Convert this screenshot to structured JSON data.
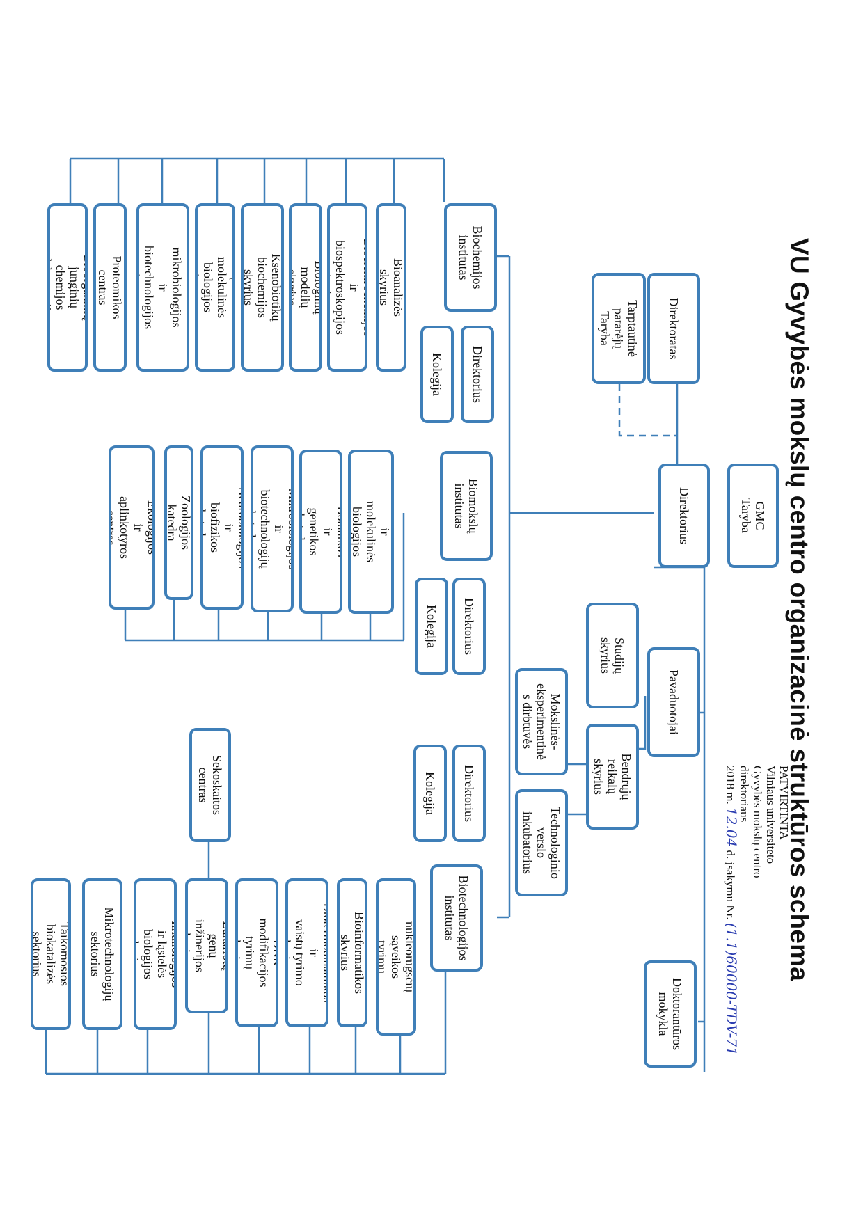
{
  "title": "VU Gyvybės mokslų centro organizacinė struktūros schema",
  "approval": {
    "lines": [
      "PATVIRTINTA",
      "Vilniaus universiteto",
      "Gyvybės mokslų centro",
      "direktoriaus"
    ],
    "order_prefix": "2018 m.",
    "order_date_handwritten": "12.04",
    "order_middle": "d. įsakymu Nr.",
    "order_number_handwritten": "(1.1)60000-TDV-71"
  },
  "colors": {
    "box_border": "#3f7fb8",
    "line": "#3f7fb8",
    "handwriting": "#2a3cb0"
  },
  "boxes": {
    "direktoratas": "Direktoratas",
    "taryba_patareju": "Tarptautinė\npatarėjų\nTaryba",
    "gmc_taryba": "GMC Taryba",
    "direktorius": "Direktorius",
    "pavaduotojai": "Pavaduotojai",
    "studiju_skyrius": "Studijų skyrius",
    "bendruju_reikalu": "Bendrųjų\nreikalų skyrius",
    "dirbtuves": "Mokslinės-\neksperimentinė\ns dirbtuvės",
    "inkubatorius": "Technologinio\nverslo\ninkubatorius",
    "doktoranturos": "Doktorantūros\nmokykla",
    "bchi": "Biochemijos\ninstitutas",
    "bchi_direktorius": "Direktorius",
    "bchi_kolegija": "Kolegija",
    "bmi": "Biomokslų\ninstitutas",
    "bmi_direktorius": "Direktorius",
    "bmi_kolegija": "Kolegija",
    "bti": "Biotechnologijos\ninstitutas",
    "bti_direktorius": "Direktorius",
    "bti_kolegija": "Kolegija",
    "sekoskaitos": "Sekoskaitos\ncentras"
  },
  "bchi_units": [
    "Bioanalizės skyrius",
    "Bioelektrochemijos ir\nbiospektroskopijos skyrius",
    "Biologinių modelių\nskyrius",
    "Ksenobiotikų biochemijos\nskyrius",
    "Ląstelės molekulinės\nbiologijos skyrius",
    "Molekulinės\nmikrobiologijos ir\nbiotechnologijos skyrius",
    "Proteomikos centras",
    "Bioorganinių junginių\nchemijos laboratorija"
  ],
  "bmi_units": [
    "Biochemijos ir\nmolekulinės biologijos\nkatedra",
    "Botanikos ir genetikos\nkatedra",
    "Mikrobiologijos ir\nbiotechnologijų katedra",
    "Neurobiologijos ir\nbiofizikos katedra",
    "Zoologijos katedra",
    "Ekologijos ir aplinkotyros\ncentras"
  ],
  "bti_units": [
    "Baltymų-nukleorūgščių\nsąveikos tyrimų skyrius",
    "Bioinformatikos skyrius",
    "Biotermodinamikos ir\nvaistų tyrimo skyrius",
    "DNR modifikacijos\ntyrimų skyrius",
    "Eukariotų genų\ninžinerijos skyrius",
    "Imunologijos ir ląstelės\nbiologijos skyrius",
    "Mikrotechnologijų\nsektorius",
    "Taikomosios\nbiokatalizės sektorius"
  ]
}
